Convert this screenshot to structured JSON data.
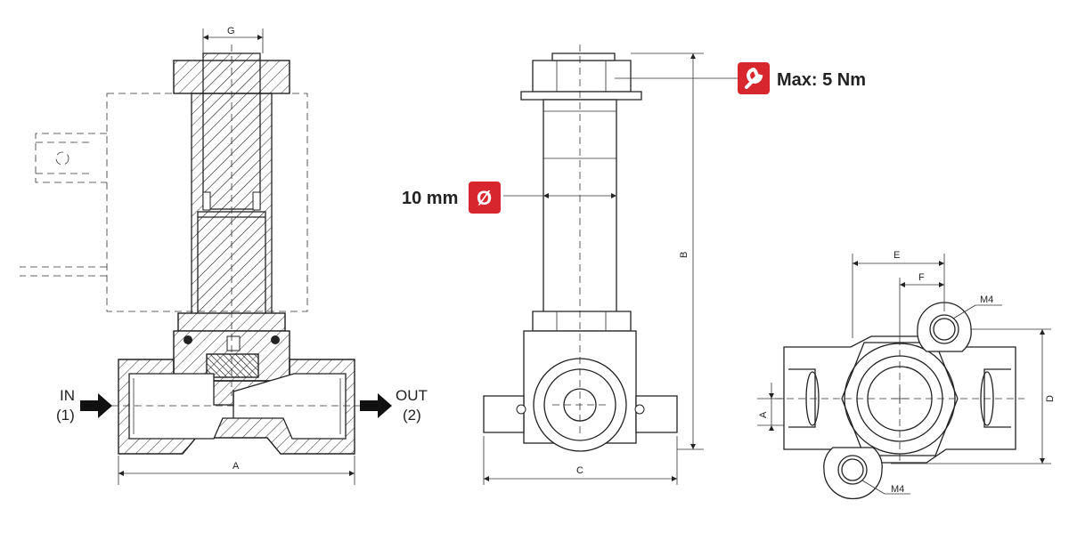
{
  "diagram": {
    "dimension_labels": {
      "g": "G",
      "a_length": "A",
      "b_height": "B",
      "c_width": "C",
      "e": "E",
      "f": "F",
      "d": "D",
      "a_side": "A"
    },
    "port_labels": {
      "in_label": "IN",
      "in_number": "(1)",
      "out_label": "OUT",
      "out_number": "(2)"
    },
    "callouts": {
      "torque": "Max: 5 Nm",
      "diameter_value": "10 mm",
      "diameter_symbol": "Ø",
      "thread_top": "M4",
      "thread_bottom": "M4"
    },
    "colors": {
      "badge_red": "#d7262d",
      "arrow_black": "#111111"
    },
    "icons": {
      "torque_badge": "wrench-icon",
      "diameter_badge": "diameter-icon"
    }
  }
}
